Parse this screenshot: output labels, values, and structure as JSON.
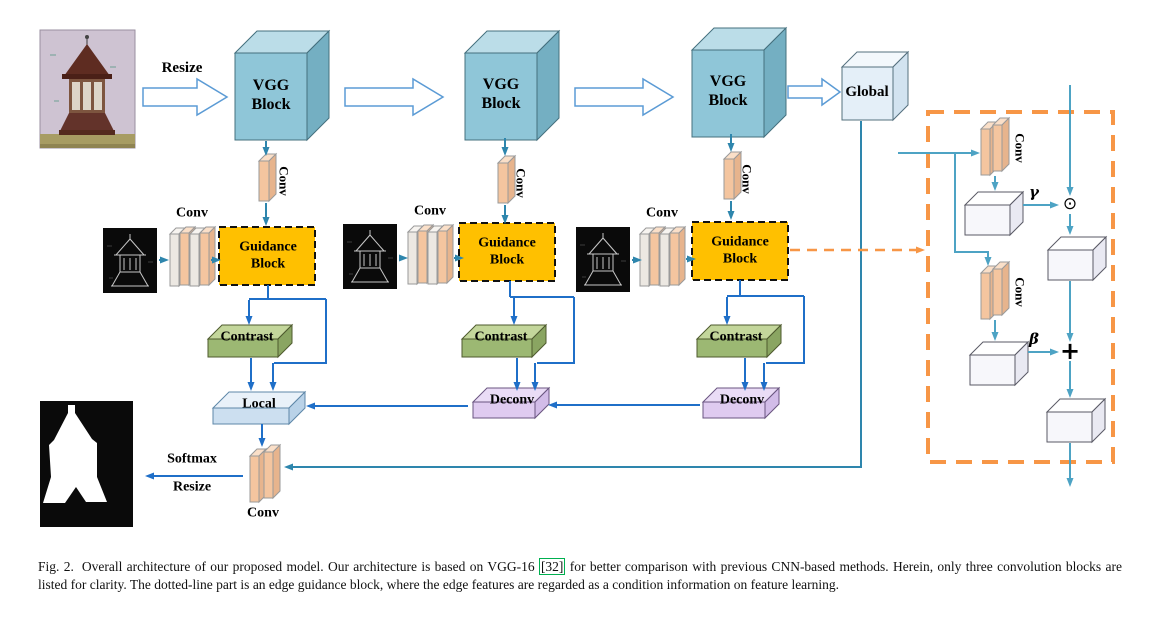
{
  "figure": {
    "input": {
      "resize_label": "Resize"
    },
    "backbone": {
      "vgg_blocks": [
        {
          "label": "VGG\nBlock"
        },
        {
          "label": "VGG\nBlock"
        },
        {
          "label": "VGG\nBlock"
        }
      ],
      "global_label": "Global",
      "conv_labels": [
        "Conv",
        "Conv",
        "Conv"
      ]
    },
    "edge_branches": [
      {
        "conv_label": "Conv",
        "guidance_label": "Guidance\nBlock",
        "contrast_label": "Contrast"
      },
      {
        "conv_label": "Conv",
        "guidance_label": "Guidance\nBlock",
        "contrast_label": "Contrast"
      },
      {
        "conv_label": "Conv",
        "guidance_label": "Guidance\nBlock",
        "contrast_label": "Contrast"
      }
    ],
    "fusion": {
      "local_label": "Local",
      "deconv_labels": [
        "Deconv",
        "Deconv"
      ],
      "softmax_label": "Softmax",
      "resize_label": "Resize",
      "conv_label": "Conv"
    },
    "edge_guidance_block": {
      "conv_labels": [
        "Conv",
        "Conv"
      ],
      "gamma_label": "γ",
      "beta_label": "β",
      "odot_symbol": "⊙",
      "plus_symbol": "+"
    },
    "colors": {
      "vgg_fill": "#8fc6d8",
      "guidance_fill": "#ffc000",
      "contrast_fill": "#9cb873",
      "deconv_fill": "#dfcbf0",
      "local_fill": "#ccdff0",
      "conv_fill": "#f4c59f",
      "dashed_box": "#f79646",
      "arrow_blue": "#1f6fc8",
      "arrow_teal": "#2e86ad"
    }
  },
  "caption": {
    "tag": "Fig. 2.",
    "before_citation": "Overall architecture of our proposed model. Our architecture is based on VGG-16",
    "citation": "[32]",
    "after_citation": "for better comparison with previous CNN-based methods. Herein, only three convolution blocks are listed for clarity. The dotted-line part is an edge guidance block, where the edge features are regarded as a condition information on feature learning."
  }
}
